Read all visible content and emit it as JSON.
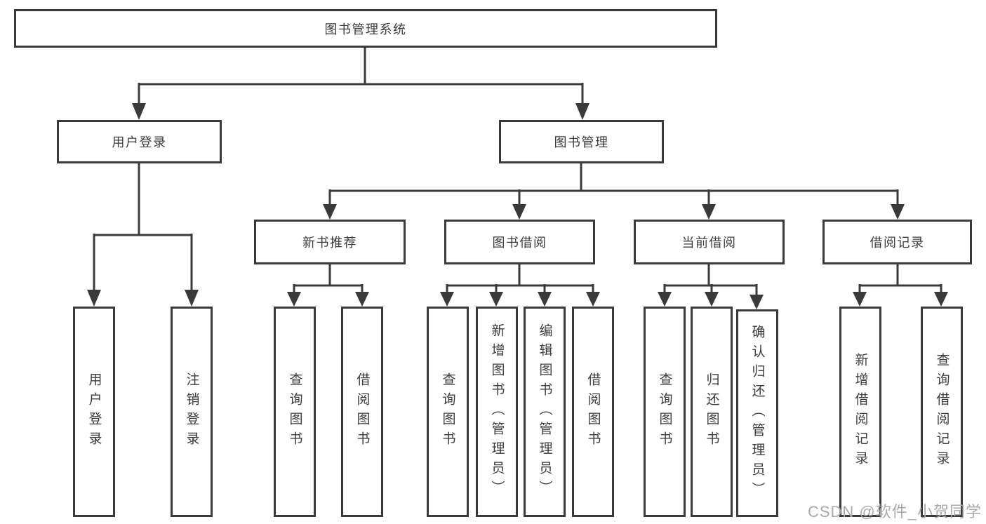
{
  "diagram": {
    "root": "图书管理系统",
    "level2": [
      "用户登录",
      "图书管理"
    ],
    "level3": [
      "新书推荐",
      "图书借阅",
      "当前借阅",
      "借阅记录"
    ],
    "leaves": [
      "用户登录",
      "注销登录",
      "查询图书",
      "借阅图书",
      "查询图书",
      "新增图书（管理员）",
      "编辑图书（管理员）",
      "借阅图书",
      "查询图书",
      "归还图书",
      "确认归还（管理员）",
      "新增借阅记录",
      "查询借阅记录"
    ],
    "hierarchy": {
      "图书管理系统": [
        "用户登录",
        "图书管理"
      ],
      "用户登录": [
        "用户登录",
        "注销登录"
      ],
      "图书管理": [
        "新书推荐",
        "图书借阅",
        "当前借阅",
        "借阅记录"
      ],
      "新书推荐": [
        "查询图书",
        "借阅图书"
      ],
      "图书借阅": [
        "查询图书",
        "新增图书（管理员）",
        "编辑图书（管理员）",
        "借阅图书"
      ],
      "当前借阅": [
        "查询图书",
        "归还图书",
        "确认归还（管理员）"
      ],
      "借阅记录": [
        "新增借阅记录",
        "查询借阅记录"
      ]
    }
  },
  "watermark": "CSDN @软件_小贺同学",
  "colors": {
    "line": "#3a3a3a",
    "text": "#3c3c3c",
    "watermark": "#a9a9a9",
    "background": "#ffffff"
  }
}
